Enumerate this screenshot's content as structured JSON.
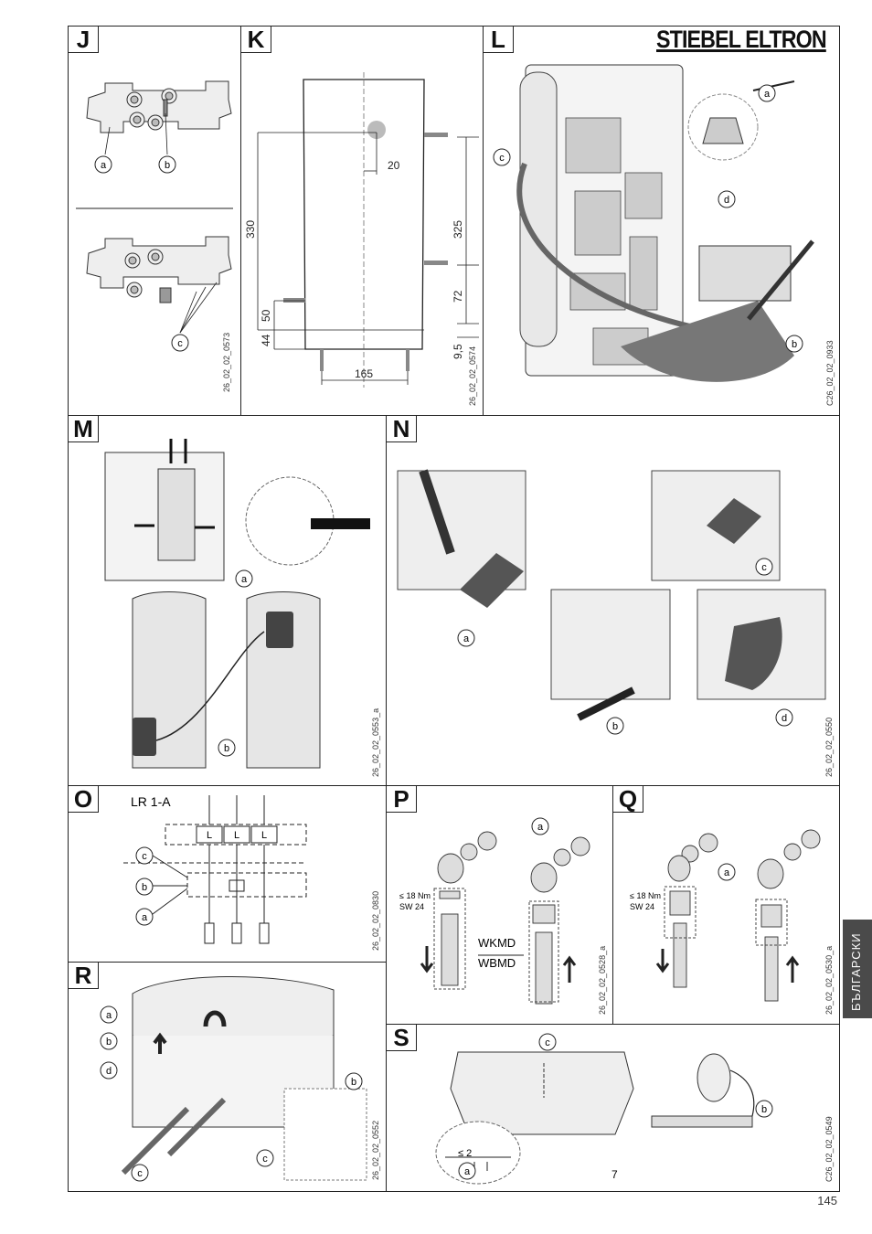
{
  "brand": "STIEBEL ELTRON",
  "page_number": "145",
  "language_tab": "БЪЛГАРСКИ",
  "panels": {
    "J": {
      "label": "J",
      "ref": "26_02_02_0573",
      "callouts": [
        "a",
        "b",
        "c"
      ]
    },
    "K": {
      "label": "K",
      "ref": "26_02_02_0574",
      "dims": {
        "d20": "20",
        "d330": "330",
        "d325": "325",
        "d50": "50",
        "d44": "44",
        "d72": "72",
        "d95": "9,5",
        "d165": "165"
      }
    },
    "L": {
      "label": "L",
      "ref": "C26_02_02_0933",
      "callouts": [
        "a",
        "b",
        "c",
        "d"
      ]
    },
    "M": {
      "label": "M",
      "ref": "26_02_02_0553_a",
      "callouts": [
        "a",
        "b"
      ]
    },
    "N": {
      "label": "N",
      "ref": "26_02_02_0550",
      "callouts": [
        "a",
        "b",
        "c",
        "d"
      ]
    },
    "O": {
      "label": "O",
      "ref": "26_02_02_0830",
      "title": "LR 1-A",
      "callouts": [
        "a",
        "b",
        "c"
      ],
      "cells": [
        "L",
        "L",
        "L"
      ]
    },
    "P": {
      "label": "P",
      "ref": "26_02_02_0528_a",
      "torque": "≤ 18 Nm",
      "wrench": "SW 24",
      "models": [
        "WKMD",
        "WBMD"
      ],
      "callouts": [
        "a"
      ]
    },
    "Q": {
      "label": "Q",
      "ref": "26_02_02_0530_a",
      "torque": "≤ 18 Nm",
      "wrench": "SW 24",
      "callouts": [
        "a"
      ]
    },
    "R": {
      "label": "R",
      "ref": "26_02_02_0552",
      "callouts": [
        "a",
        "b",
        "c",
        "d"
      ]
    },
    "S": {
      "label": "S",
      "ref": "C26_02_02_0549",
      "callouts": [
        "a",
        "b",
        "c"
      ],
      "gap": "≤ 2",
      "part": "7"
    }
  }
}
